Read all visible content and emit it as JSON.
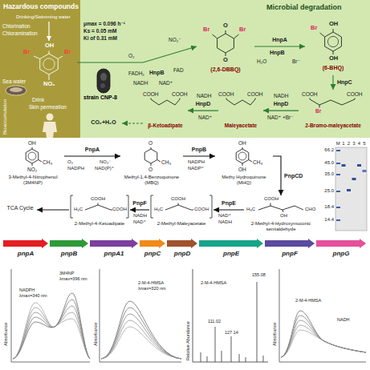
{
  "diagram": {
    "nodes": [
      {
        "text": [
          "Hazardous compounds"
        ]
      },
      {
        "text": [
          "Microbial degradation"
        ]
      },
      {
        "text": [
          "OH",
          "Br",
          "Br",
          "NO₂"
        ],
        "in": 0
      },
      {
        "text": [
          "strain CNP-8"
        ],
        "in": 1
      },
      {
        "text": [
          "O",
          "Br",
          "Br",
          "O",
          "(2,6-DBBQ)"
        ],
        "in": 1
      },
      {
        "text": [
          "OH",
          "Br",
          "OH",
          "(6-BHQ)"
        ],
        "in": 1
      },
      {
        "text": [
          "COOH",
          "COOH",
          "Br",
          "2-Bromo-maleyacetate"
        ],
        "in": 1
      },
      {
        "text": [
          "COOH",
          "COOH",
          "Maleyacetate"
        ],
        "in": 1
      },
      {
        "text": [
          "COOH",
          "COOH",
          "β-Ketoadipate"
        ],
        "in": 1
      },
      {
        "text": [
          "CO₂+H₂O"
        ],
        "in": 1
      },
      {
        "text": [
          "OH",
          "CH₃",
          "NO₂",
          "3-Methyl-4-Nitrophenol (3M4NP)"
        ]
      },
      {
        "text": [
          "O",
          "CH₃",
          "O",
          "Methyl-1,4-Benzoquinone (MBQ)"
        ]
      },
      {
        "text": [
          "OH",
          "CH₃",
          "OH",
          "Methy Hydroquinone (MHQ)"
        ]
      },
      {
        "text": [
          "H₃C",
          "COOH",
          "CHO",
          "OH",
          "2-Methyl-4-Hydroxymuconic semialdehyde"
        ]
      },
      {
        "text": [
          "H₃C",
          "COOH",
          "COOH",
          "2-Methyl-Maleyacetate"
        ]
      },
      {
        "text": [
          "H₃C",
          "COOH",
          "COOH",
          "2-Methyl-4-Ketoadipate"
        ]
      },
      {
        "text": [
          "TCA Cycle"
        ]
      },
      {
        "text": [
          "pnpA"
        ]
      },
      {
        "text": [
          "pnpB"
        ]
      },
      {
        "text": [
          "pnpA1"
        ]
      },
      {
        "text": [
          "pnpC"
        ]
      },
      {
        "text": [
          "pnpD"
        ]
      },
      {
        "text": [
          "pnpE"
        ]
      },
      {
        "text": [
          "pnpF"
        ]
      },
      {
        "text": [
          "pnpG"
        ]
      }
    ],
    "edges": [
      {
        "from": 2,
        "to": 4,
        "arrow": "to"
      },
      {
        "from": 4,
        "to": 5,
        "label": "HnpA",
        "arrow": "to"
      },
      {
        "from": 5,
        "to": 6,
        "label": "HnpC",
        "arrow": "to"
      },
      {
        "from": 6,
        "to": 7,
        "label": "HnpD",
        "arrow": "to"
      },
      {
        "from": 7,
        "to": 8,
        "label": "HnpD",
        "arrow": "to"
      },
      {
        "from": 8,
        "to": 9,
        "arrow": "to"
      },
      {
        "from": 10,
        "to": 11,
        "label": "PnpA",
        "arrow": "to"
      },
      {
        "from": 11,
        "to": 12,
        "label": "PnpB",
        "arrow": "to"
      },
      {
        "from": 12,
        "to": 13,
        "label": "PnpCD",
        "arrow": "to"
      },
      {
        "from": 13,
        "to": 14,
        "label": "PnpE",
        "arrow": "to"
      },
      {
        "from": 14,
        "to": 15,
        "label": "PnpF",
        "arrow": "to"
      },
      {
        "from": 15,
        "to": 16,
        "arrow": "to"
      }
    ],
    "labels": [
      "Drinking/Swimming water",
      "Chlorination",
      "Chloramination",
      "Sea water",
      "Drink",
      "Skin permeation",
      "Bioaccumulation",
      "μmax = 0.096 h⁻¹",
      "Ks = 0.05 mM",
      "Ki of 0.31 mM",
      "O₂",
      "NO₂⁻",
      "FADH₂",
      "HnpB",
      "FAD",
      "NADH",
      "NAD⁺",
      "HnpB",
      "H₂O",
      "Br⁻",
      "NADH",
      "NAD⁺ +Br⁻",
      "NADH",
      "NAD⁺",
      "O₂",
      "NADPH",
      "NO₂⁻",
      "NAD(P)⁺",
      "NADPH",
      "NADP⁺",
      "NAD⁺",
      "NADH",
      "NADH",
      "NAD⁺",
      "M",
      "1",
      "2",
      "3",
      "4",
      "5",
      "66.2",
      "45.0",
      "35.0",
      "25.0",
      "18.4",
      "14.4",
      "3M4NP",
      "λmax=396 nm",
      "NADPH",
      "λmax=340 nm",
      "Absorbance",
      "2-M-4-HMSA",
      "λmax=320 nm",
      "Absorbance",
      "2-M-4-HMSA",
      "155.08",
      "111.02",
      "127.14",
      "Relative Abundance",
      "2-M-4-HMSA",
      "NADH",
      "Absorbance"
    ]
  }
}
